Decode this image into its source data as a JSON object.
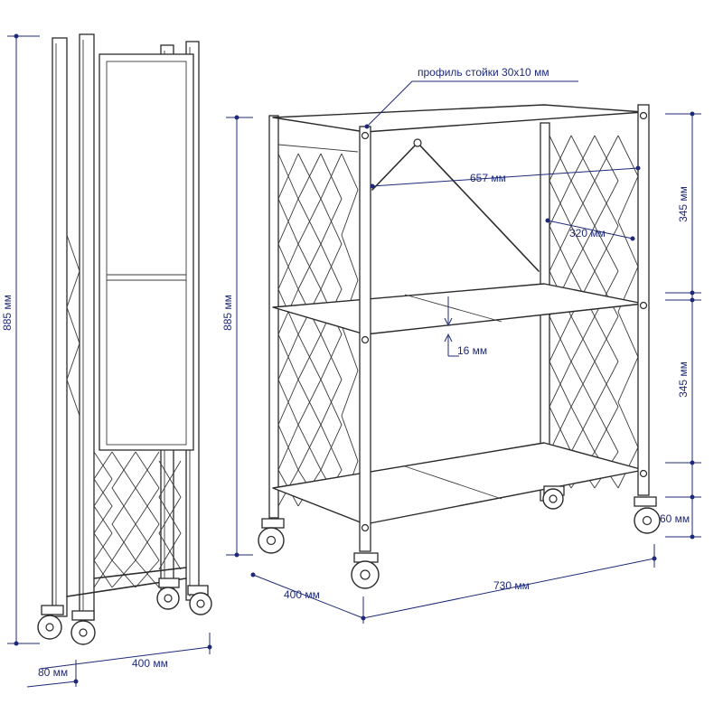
{
  "labels": {
    "profile": "профиль стойки  30х10 мм",
    "inner_width": "657 мм",
    "inner_depth": "320 мм",
    "shelf_gap": "16 мм",
    "tier_upper": "345 мм",
    "tier_lower": "345 мм",
    "wheel_height": "60 мм",
    "total_width": "730 мм",
    "depth_front": "400 мм",
    "height_front": "885 мм",
    "height_folded": "885 мм",
    "depth_folded": "400 мм",
    "thickness_folded": "80 мм"
  },
  "colors": {
    "dimension": "#1e2a78",
    "outline": "#2b2b2b"
  }
}
